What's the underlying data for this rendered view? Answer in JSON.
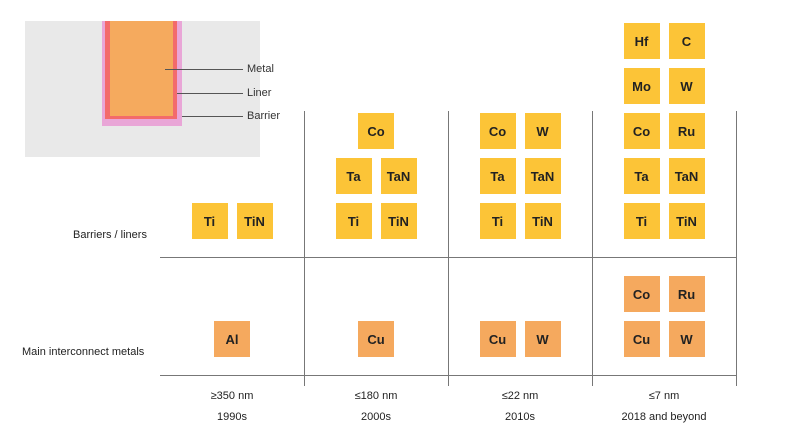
{
  "inset": {
    "labels": {
      "metal": "Metal",
      "liner": "Liner",
      "barrier": "Barrier"
    },
    "colors": {
      "background": "#e9e9e9",
      "metal": "#f5aa5e",
      "liner": "#f36b6b",
      "barrier": "#e9a6d7"
    }
  },
  "row_labels": {
    "barriers": "Barriers / liners",
    "metals": "Main interconnect metals"
  },
  "columns": [
    {
      "node": "≥350 nm",
      "era": "1990s",
      "barriers": [
        [
          "Ti",
          "TiN"
        ]
      ],
      "metals": [
        [
          "Al"
        ]
      ]
    },
    {
      "node": "≤180 nm",
      "era": "2000s",
      "barriers": [
        [
          "Co"
        ],
        [
          "Ta",
          "TaN"
        ],
        [
          "Ti",
          "TiN"
        ]
      ],
      "metals": [
        [
          "Cu"
        ]
      ]
    },
    {
      "node": "≤22 nm",
      "era": "2010s",
      "barriers": [
        [
          "Co",
          "W"
        ],
        [
          "Ta",
          "TaN"
        ],
        [
          "Ti",
          "TiN"
        ]
      ],
      "metals": [
        [
          "Cu",
          "W"
        ]
      ]
    },
    {
      "node": "≤7 nm",
      "era": "2018 and beyond",
      "barriers": [
        [
          "Hf",
          "C"
        ],
        [
          "Mo",
          "W"
        ],
        [
          "Co",
          "Ru"
        ],
        [
          "Ta",
          "TaN"
        ],
        [
          "Ti",
          "TiN"
        ]
      ],
      "metals": [
        [
          "Co",
          "Ru"
        ],
        [
          "Cu",
          "W"
        ]
      ]
    }
  ],
  "colors": {
    "barrier_tile": "#fcc437",
    "metal_tile": "#f5a95e",
    "grid": "#777777"
  }
}
